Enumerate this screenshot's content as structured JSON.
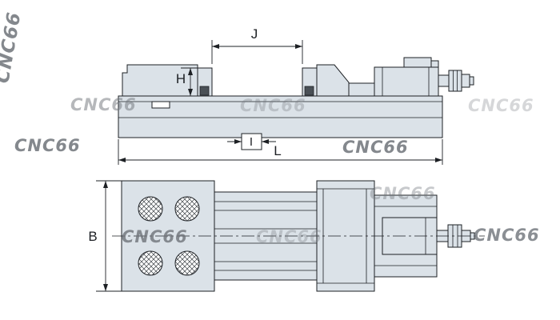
{
  "watermark": {
    "text": "CNC66"
  },
  "dimensions": {
    "jaw_opening": "J",
    "jaw_height": "H",
    "keyway_width": "I",
    "overall_length": "L",
    "body_width": "B"
  },
  "colors": {
    "background": "#ffffff",
    "body_fill": "#dbe2e8",
    "line": "#1d2024",
    "screw_fill": "#4a5056",
    "watermark": "#6f747a"
  }
}
